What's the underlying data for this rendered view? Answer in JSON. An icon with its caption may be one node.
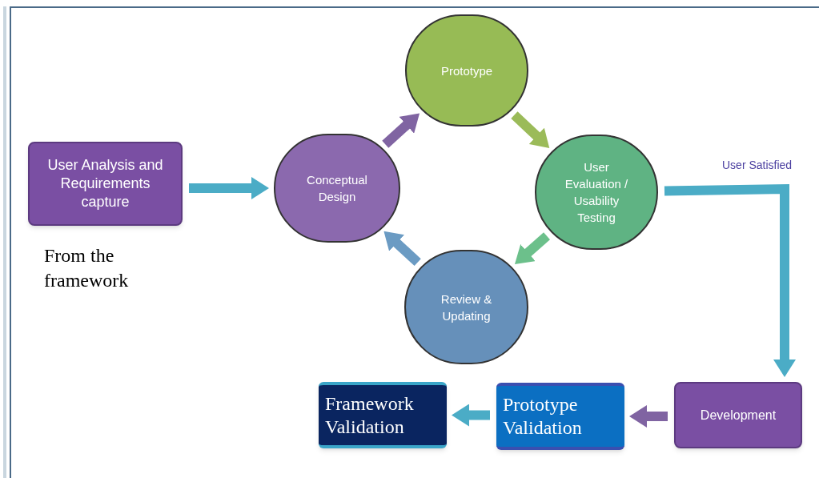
{
  "diagram": {
    "nodes": [
      {
        "text": [
          "User Analysis and Requirements capture"
        ],
        "beside": [
          "From the framework"
        ]
      },
      {
        "text": [
          "Conceptual Design"
        ]
      },
      {
        "text": [
          "Prototype"
        ]
      },
      {
        "text": [
          "User Evaluation / Usability Testing"
        ]
      },
      {
        "text": [
          "Review & Updating"
        ]
      },
      {
        "text": [
          "Development"
        ]
      },
      {
        "text": [
          "Prototype Validation"
        ]
      },
      {
        "text": [
          "Framework Validation"
        ]
      }
    ],
    "edges": [
      {
        "from": 0,
        "to": 1,
        "arrow": "to"
      },
      {
        "from": 1,
        "to": 2,
        "arrow": "to",
        "color": "#8064a2"
      },
      {
        "from": 2,
        "to": 3,
        "arrow": "to",
        "color": "#9bbb59"
      },
      {
        "from": 3,
        "to": 4,
        "arrow": "to",
        "color": "#6cc08b"
      },
      {
        "from": 4,
        "to": 1,
        "arrow": "to",
        "color": "#6b9bc3"
      },
      {
        "from": 3,
        "to": 5,
        "arrow": "to",
        "label": "User Satisfied"
      },
      {
        "from": 5,
        "to": 6,
        "arrow": "to",
        "color": "#8064a2"
      },
      {
        "from": 6,
        "to": 7,
        "arrow": "to"
      }
    ]
  }
}
